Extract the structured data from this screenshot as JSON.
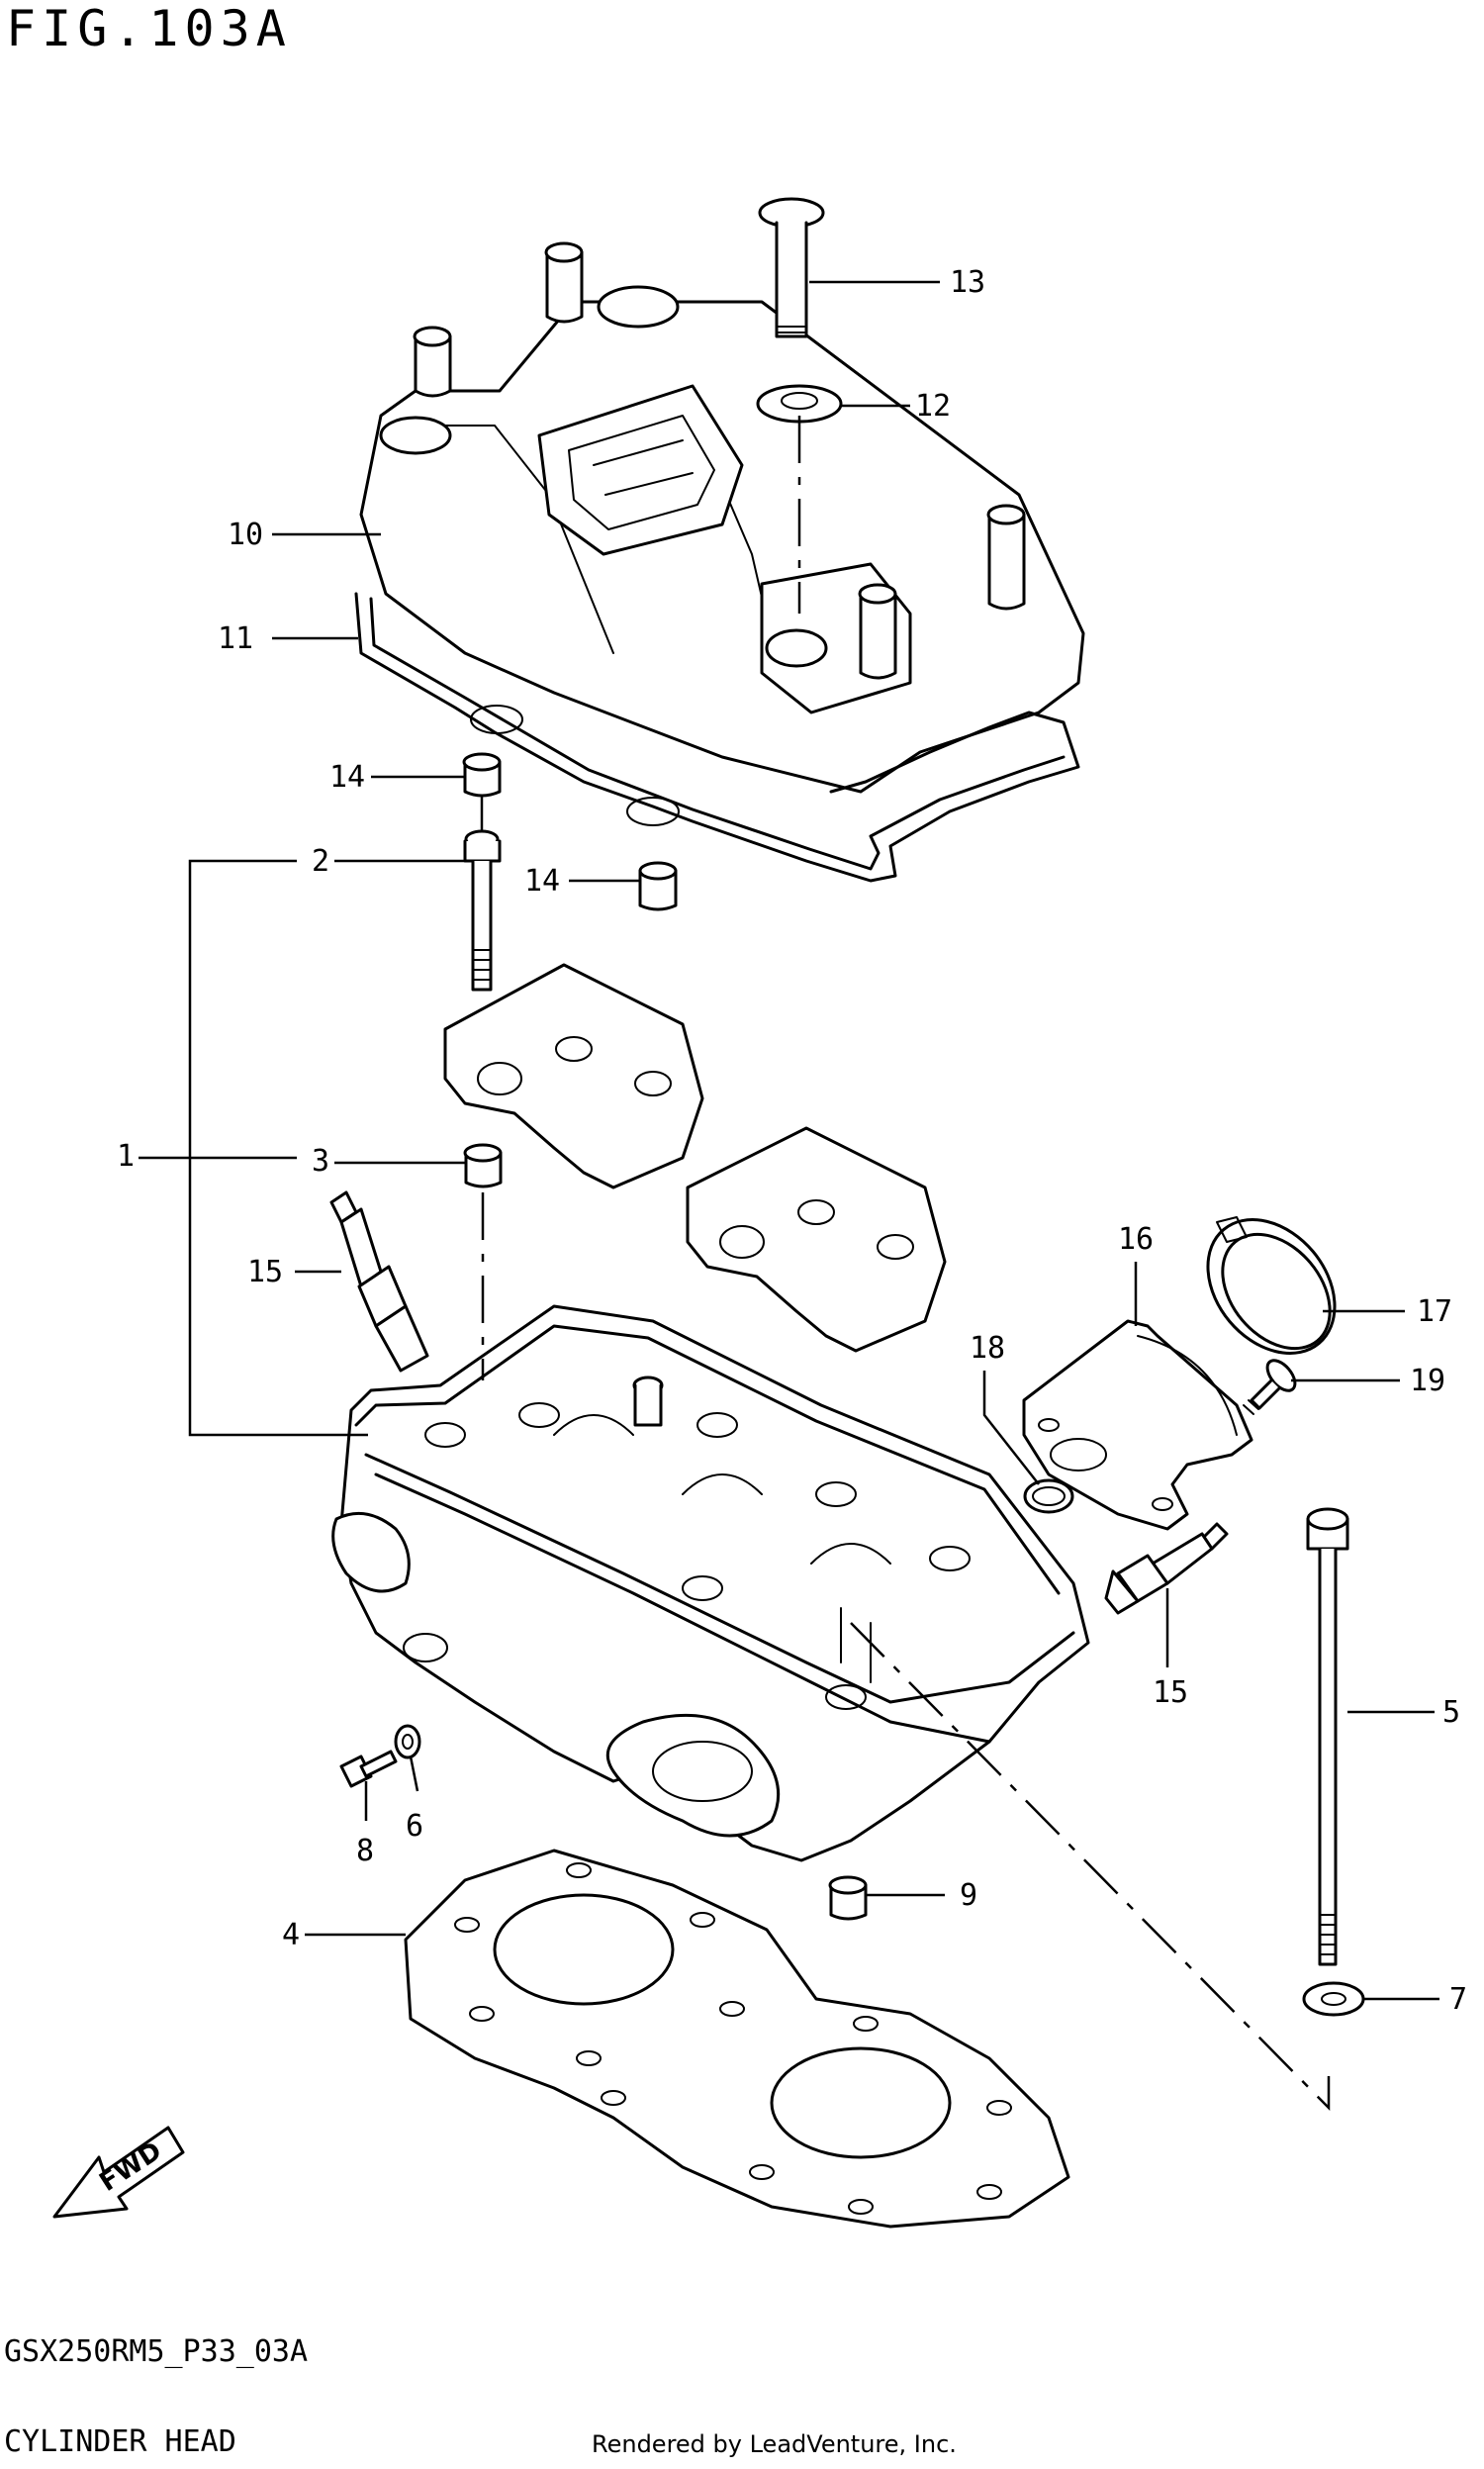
{
  "figure": {
    "title": "FIG.103A",
    "footer_code": "GSX250RM5_P33_03A",
    "footer_name": "CYLINDER HEAD",
    "credit": "Rendered by LeadVenture, Inc."
  },
  "callouts": {
    "c1": "1",
    "c2": "2",
    "c3": "3",
    "c4": "4",
    "c5": "5",
    "c6": "6",
    "c7": "7",
    "c8": "8",
    "c9": "9",
    "c10": "10",
    "c11": "11",
    "c12": "12",
    "c13": "13",
    "c14a": "14",
    "c14b": "14",
    "c15a": "15",
    "c15b": "15",
    "c16": "16",
    "c17": "17",
    "c18": "18",
    "c19": "19"
  },
  "fwd_arrow": {
    "label": "FWD"
  }
}
